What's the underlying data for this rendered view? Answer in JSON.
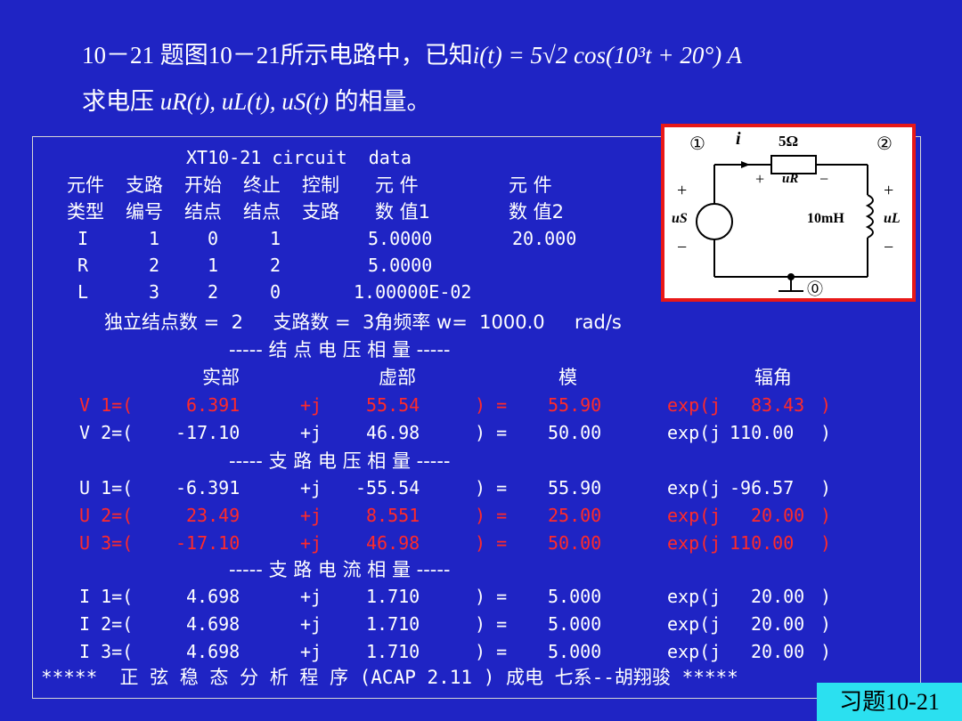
{
  "problem": {
    "line1_text": "10－21 题图10－21所示电路中，已知",
    "line1_formula": "i(t) = 5√2 cos(10³t + 20°) A",
    "line2_prefix": "求电压 ",
    "line2_formula": "uR(t), uL(t), uS(t)",
    "line2_suffix": " 的相量。"
  },
  "table": {
    "title": "XT10-21 circuit  data",
    "header_row1": [
      "元件",
      "支路",
      "开始",
      "终止",
      "控制",
      "元 件",
      "元 件"
    ],
    "header_row2": [
      "类型",
      "编号",
      "结点",
      "结点",
      "支路",
      "数 值1",
      "数 值2"
    ],
    "elements": [
      {
        "type": "I",
        "branch": "1",
        "start": "0",
        "end": "1",
        "ctrl": "",
        "v1": "5.0000",
        "v2": "20.000"
      },
      {
        "type": "R",
        "branch": "2",
        "start": "1",
        "end": "2",
        "ctrl": "",
        "v1": "5.0000",
        "v2": ""
      },
      {
        "type": "L",
        "branch": "3",
        "start": "2",
        "end": "0",
        "ctrl": "",
        "v1": "1.00000E-02",
        "v2": ""
      }
    ],
    "summary": "独立结点数 =  2     支路数 =  3角频率 w=  1000.0     rad/s",
    "section_node": "----- 结 点 电 压 相 量 -----",
    "col_headers": [
      "实部",
      "虚部",
      "模",
      "辐角"
    ],
    "node_rows": [
      {
        "label": "V 1=(",
        "re": "6.391",
        "im": "55.54",
        "mag": "55.90",
        "ang": "83.43",
        "red": true
      },
      {
        "label": "V 2=(",
        "re": "-17.10",
        "im": "46.98",
        "mag": "50.00",
        "ang": "110.00",
        "red": false
      }
    ],
    "section_branch_v": "----- 支 路 电 压 相 量 -----",
    "branch_v_rows": [
      {
        "label": "U 1=(",
        "re": "-6.391",
        "im": "-55.54",
        "mag": "55.90",
        "ang": "-96.57",
        "red": false
      },
      {
        "label": "U 2=(",
        "re": "23.49",
        "im": "8.551",
        "mag": "25.00",
        "ang": "20.00",
        "red": true
      },
      {
        "label": "U 3=(",
        "re": "-17.10",
        "im": "46.98",
        "mag": "50.00",
        "ang": "110.00",
        "red": true
      }
    ],
    "section_branch_i": "----- 支 路 电 流 相 量 -----",
    "branch_i_rows": [
      {
        "label": "I 1=(",
        "re": "4.698",
        "im": "1.710",
        "mag": "5.000",
        "ang": "20.00",
        "red": false
      },
      {
        "label": "I 2=(",
        "re": "4.698",
        "im": "1.710",
        "mag": "5.000",
        "ang": "20.00",
        "red": false
      },
      {
        "label": "I 3=(",
        "re": "4.698",
        "im": "1.710",
        "mag": "5.000",
        "ang": "20.00",
        "red": false
      }
    ],
    "footer": "*****  正 弦 稳 态 分 析 程 序 (ACAP 2.11 ) 成电 七系--胡翔骏 *****"
  },
  "circuit": {
    "node1": "①",
    "node2": "②",
    "node0": "⓪",
    "current": "i",
    "resistor": "5Ω",
    "inductor": "10mH",
    "plus": "+",
    "minus": "−",
    "uR": "uR",
    "uS": "uS",
    "uL": "uL"
  },
  "badge": "习题10-21",
  "colors": {
    "background": "#1f24c4",
    "highlight": "#ff2a2a",
    "badge": "#2be0f0"
  }
}
